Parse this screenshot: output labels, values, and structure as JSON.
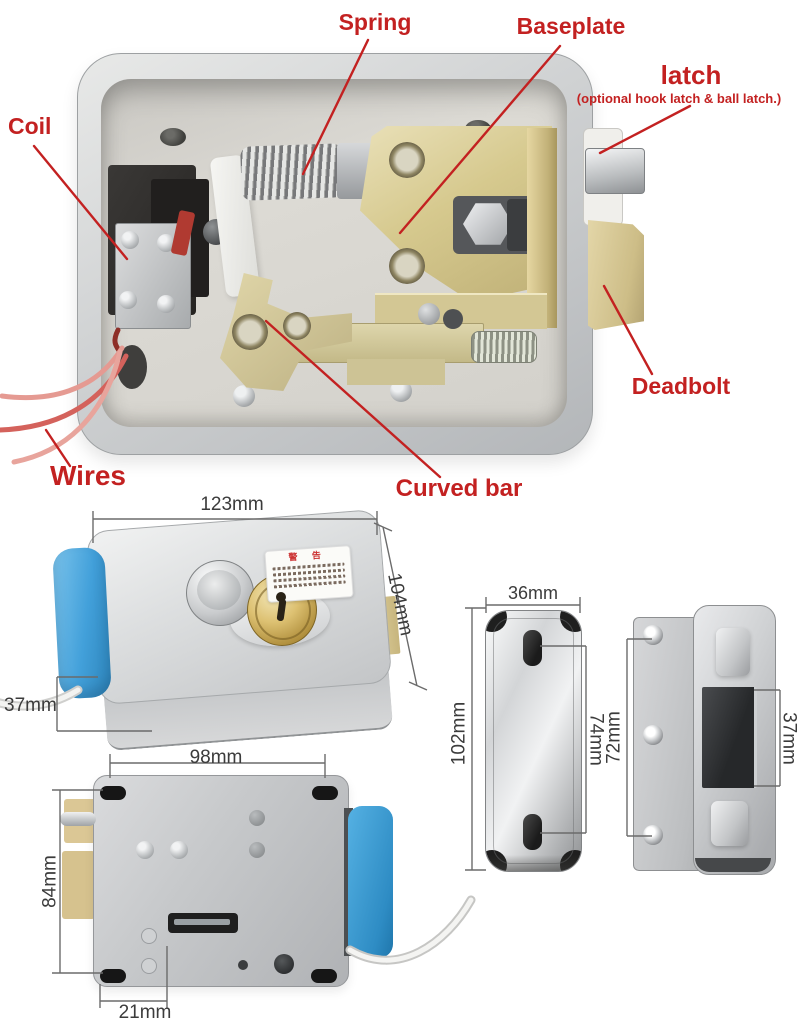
{
  "annotations": {
    "spring": "Spring",
    "baseplate": "Baseplate",
    "latch": "latch",
    "latch_note": "(optional hook latch & ball latch.)",
    "coil": "Coil",
    "deadbolt": "Deadbolt",
    "wires": "Wires",
    "curved_bar": "Curved bar"
  },
  "dimensions": {
    "front_view": {
      "width": "123mm",
      "height": "104mm",
      "thickness": "37mm"
    },
    "back_view": {
      "width": "98mm",
      "height": "84mm",
      "slot_offset": "21mm"
    },
    "cover_plate": {
      "width": "36mm",
      "height": "102mm",
      "slot_spacing": "74mm"
    },
    "strike_plate": {
      "hole_spacing": "72mm",
      "opening_height": "37mm"
    }
  },
  "sticker": {
    "title": "警 告"
  },
  "colors": {
    "label_red": "#c32121",
    "dimension_gray": "#3b3b3b",
    "handle_blue": "#42a0da",
    "brass": "#cdbd87",
    "metal_gray": "#c6c8ca"
  }
}
